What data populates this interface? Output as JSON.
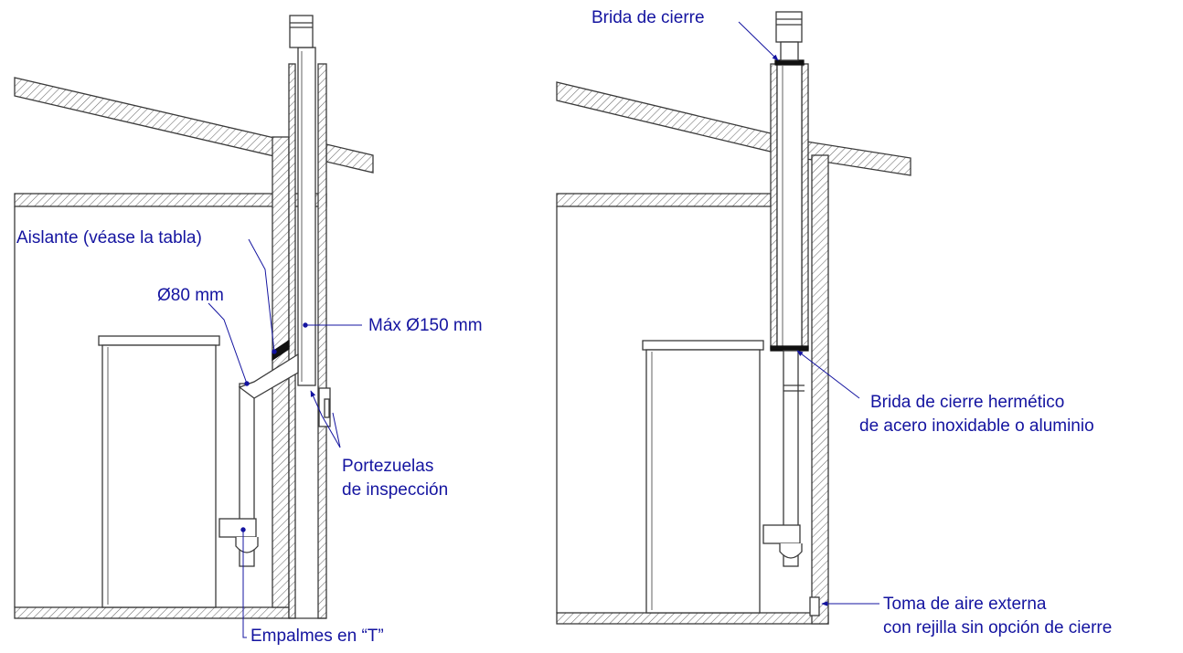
{
  "colors": {
    "line": "#3a3a3a",
    "hatch": "#6a6a6a",
    "annotation": "#1414a0",
    "background": "#ffffff"
  },
  "left_diagram": {
    "labels": {
      "aislante": "Aislante (véase la tabla)",
      "diametro_80": "Ø80 mm",
      "max_150": "Máx Ø150 mm",
      "portezuelas_1": "Portezuelas",
      "portezuelas_2": "de inspección",
      "empalmes": "Empalmes en “T”"
    }
  },
  "right_diagram": {
    "labels": {
      "brida_cierre": "Brida de cierre",
      "brida_hermetico_1": "Brida de cierre hermético",
      "brida_hermetico_2": "de acero inoxidable o aluminio",
      "toma_aire_1": "Toma de aire externa",
      "toma_aire_2": "con rejilla sin opción de cierre"
    }
  }
}
